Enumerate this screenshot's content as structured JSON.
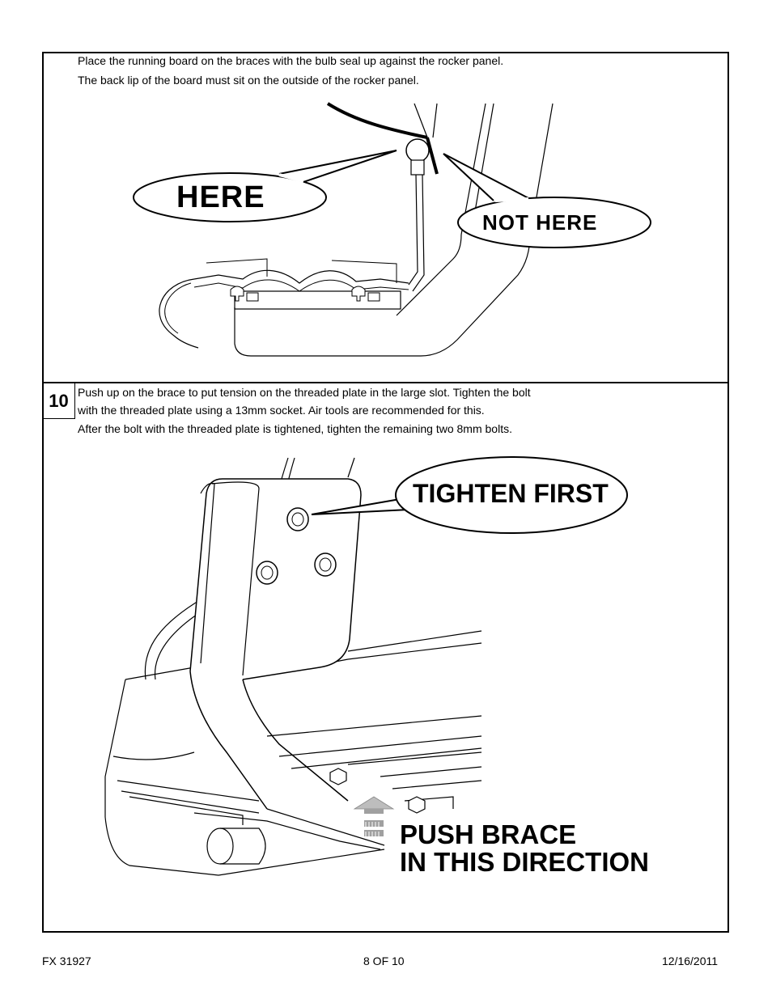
{
  "step9": {
    "line1": "Place the running board on the braces with the bulb seal up against the rocker panel.",
    "line2": "The back lip of the board must sit on the outside of the rocker panel.",
    "callout_here": "HERE",
    "callout_not_here": "NOT HERE"
  },
  "step10": {
    "number": "10",
    "line1": "Push up on the brace to put tension on the threaded plate in the large slot.  Tighten the bolt",
    "line2": "with the threaded plate using a 13mm socket.  Air tools are recommended for this.",
    "line3": "After the bolt with the threaded plate is tightened, tighten the remaining two 8mm bolts.",
    "callout_tighten": "TIGHTEN FIRST",
    "push_line1": "PUSH BRACE",
    "push_line2": "IN THIS DIRECTION"
  },
  "footer": {
    "part": "FX 31927",
    "page": "8 OF 10",
    "date": "12/16/2011"
  }
}
